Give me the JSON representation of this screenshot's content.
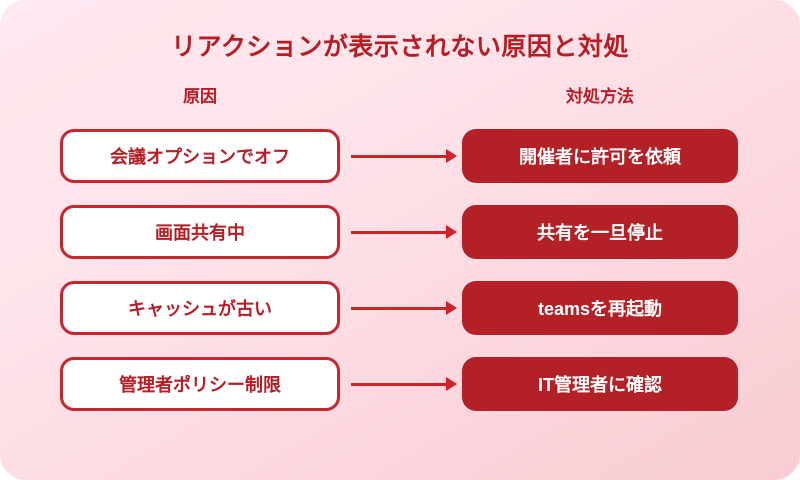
{
  "page": {
    "title": "リアクションが表示されない原因と対処"
  },
  "columns": {
    "causes_header": "原因",
    "solutions_header": "対処方法"
  },
  "rows": [
    {
      "cause": "会議オプションでオフ",
      "solution": "開催者に許可を依頼"
    },
    {
      "cause": "画面共有中",
      "solution": "共有を一旦停止"
    },
    {
      "cause": "キャッシュが古い",
      "solution": "teamsを再起動"
    },
    {
      "cause": "管理者ポリシー制限",
      "solution": "IT管理者に確認"
    }
  ],
  "icons": {
    "row_connector": "right-arrow-icon"
  },
  "colors": {
    "title_text": "#b61d25",
    "cause_box_border": "#c5272d",
    "cause_box_fill": "#ffffff",
    "solution_box_fill": "#b32025",
    "solution_box_text": "#ffffff",
    "arrow": "#cf2127",
    "background_top": "#ffe9ee",
    "background_bottom": "#f8ccd2"
  }
}
